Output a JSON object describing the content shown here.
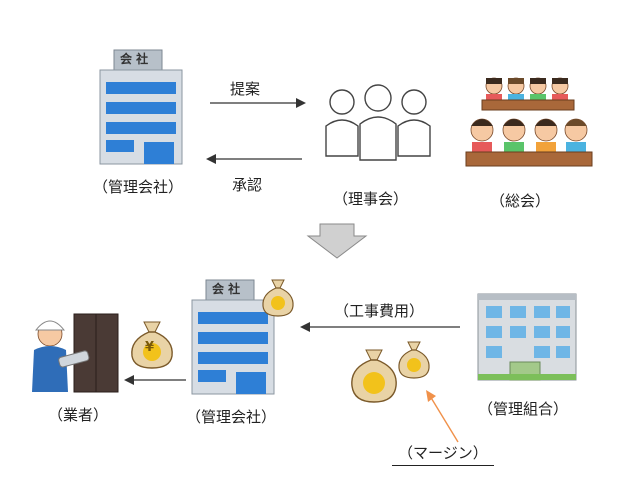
{
  "top": {
    "company_sign": "会 社",
    "company_label": "（管理会社）",
    "propose_label": "提案",
    "approve_label": "承認",
    "board_label": "（理事会）",
    "assembly_label": "（総会）"
  },
  "bottom": {
    "company_sign": "会 社",
    "company_label": "（管理会社）",
    "contractor_label": "（業者）",
    "construction_cost_label": "（工事費用）",
    "association_label": "（管理組合）",
    "margin_label": "（マージン）",
    "yen_symbol": "¥"
  },
  "colors": {
    "building_blue": "#2e7fd6",
    "building_gray": "#cfd6de",
    "bag_tan": "#e9d3a6",
    "yen_yellow": "#f2c21b",
    "arrow_gray": "#d0d0d0",
    "margin_arrow": "#f0914a"
  }
}
